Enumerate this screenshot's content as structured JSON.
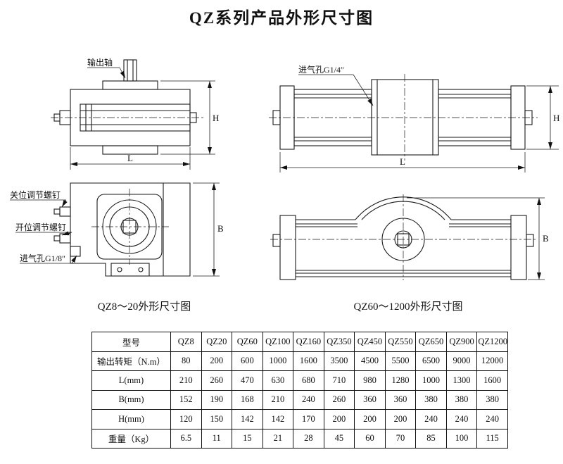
{
  "page": {
    "title": "QZ系列产品外形尺寸图"
  },
  "drawings": {
    "front_small": {
      "caption": "QZ8～20外形尺寸图",
      "label_output_shaft": "输出轴",
      "dim_h": "H",
      "dim_l": "L"
    },
    "front_large": {
      "caption": "QZ60～1200外形尺寸图",
      "label_air_inlet": "进气孔G1/4″",
      "dim_h": "H",
      "dim_l": "L"
    },
    "side_small": {
      "label_close_screw": "关位调节螺钉",
      "label_open_screw": "开位调节螺钉",
      "label_air_inlet": "进气孔G1/8″",
      "dim_b": "B"
    },
    "side_large": {
      "dim_b": "B"
    }
  },
  "table": {
    "header_label": "型号",
    "models": [
      "QZ8",
      "QZ20",
      "QZ60",
      "QZ100",
      "QZ160",
      "QZ350",
      "QZ450",
      "QZ550",
      "QZ650",
      "QZ900",
      "QZ1200"
    ],
    "rows": [
      {
        "label": "输出转矩（N.m）",
        "values": [
          80,
          200,
          600,
          1000,
          1600,
          3500,
          4500,
          5500,
          6500,
          9000,
          12000
        ]
      },
      {
        "label": "L(mm)",
        "values": [
          210,
          260,
          470,
          630,
          680,
          710,
          980,
          1280,
          1000,
          1300,
          1600
        ]
      },
      {
        "label": "B(mm)",
        "values": [
          152,
          190,
          168,
          210,
          240,
          260,
          360,
          360,
          380,
          380,
          380
        ]
      },
      {
        "label": "H(mm)",
        "values": [
          120,
          150,
          142,
          142,
          170,
          200,
          200,
          200,
          240,
          240,
          240
        ]
      },
      {
        "label": "重量（Kg）",
        "values": [
          6.5,
          11,
          15,
          21,
          28,
          45,
          60,
          70,
          85,
          100,
          115
        ]
      }
    ]
  }
}
